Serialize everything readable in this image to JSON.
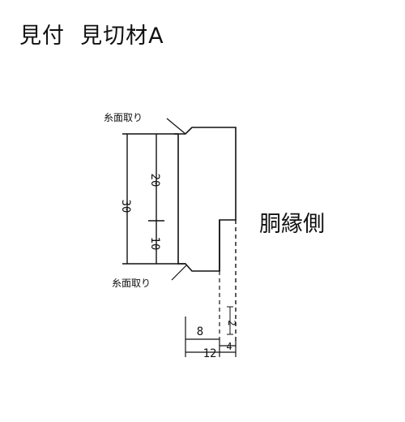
{
  "header": {
    "title": "見付  見切材A"
  },
  "labels": {
    "side": "胴縁側",
    "chamfer_top": "糸面取り",
    "chamfer_bottom": "糸面取り"
  },
  "dimensions": {
    "total_height": "30",
    "upper_height": "20",
    "lower_height": "10",
    "inner_width": "8",
    "total_width": "12",
    "lip_width": "4",
    "small_gap": "2"
  }
}
